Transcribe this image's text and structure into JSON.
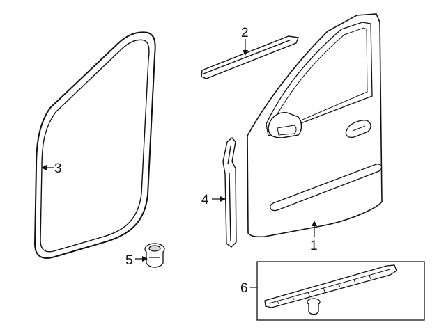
{
  "callouts": {
    "c1": "1",
    "c2": "2",
    "c3": "3",
    "c4": "4",
    "c5": "5",
    "c6": "6"
  },
  "parts": [
    {
      "id": "1",
      "name": "front-door-shell"
    },
    {
      "id": "2",
      "name": "belt-molding"
    },
    {
      "id": "3",
      "name": "door-opening-weatherstrip"
    },
    {
      "id": "4",
      "name": "front-edge-seal"
    },
    {
      "id": "5",
      "name": "retainer-clip"
    },
    {
      "id": "6",
      "name": "lower-molding-kit"
    }
  ]
}
